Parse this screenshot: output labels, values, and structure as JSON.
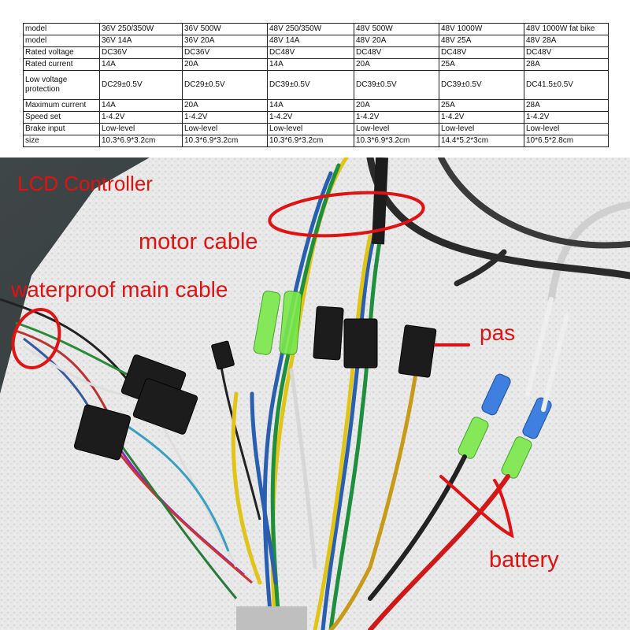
{
  "table": {
    "rows": [
      [
        "model",
        "36V 250/350W",
        "36V 500W",
        "48V 250/350W",
        "48V 500W",
        "48V 1000W",
        "48V 1000W fat bike"
      ],
      [
        "model",
        "36V 14A",
        "36V 20A",
        "48V 14A",
        "48V 20A",
        "48V 25A",
        "48V 28A"
      ],
      [
        "Rated voltage",
        "DC36V",
        "DC36V",
        "DC48V",
        "DC48V",
        "DC48V",
        "DC48V"
      ],
      [
        "Rated current",
        "14A",
        "20A",
        "14A",
        "20A",
        "25A",
        "28A"
      ],
      [
        "Low voltage protection",
        "DC29±0.5V",
        "DC29±0.5V",
        "DC39±0.5V",
        "DC39±0.5V",
        "DC39±0.5V",
        "DC41.5±0.5V"
      ],
      [
        "Maximum current",
        "14A",
        "20A",
        "14A",
        "20A",
        "25A",
        "28A"
      ],
      [
        "Speed set",
        "1-4.2V",
        "1-4.2V",
        "1-4.2V",
        "1-4.2V",
        "1-4.2V",
        "1-4.2V"
      ],
      [
        "Brake input",
        "Low-level",
        "Low-level",
        "Low-level",
        "Low-level",
        "Low-level",
        "Low-level"
      ],
      [
        "size",
        "10.3*6.9*3.2cm",
        "10.3*6.9*3.2cm",
        "10.3*6.9*3.2cm",
        "10.3*6.9*3.2cm",
        "14.4*5.2*3cm",
        "10*6.5*2.8cm"
      ]
    ]
  },
  "photo": {
    "annotations": {
      "title": "LCD Controller",
      "motor_cable": "motor cable",
      "main_cable": "waterproof main cable",
      "pas": "pas",
      "battery": "battery"
    },
    "annotation_color": "#e01212"
  }
}
